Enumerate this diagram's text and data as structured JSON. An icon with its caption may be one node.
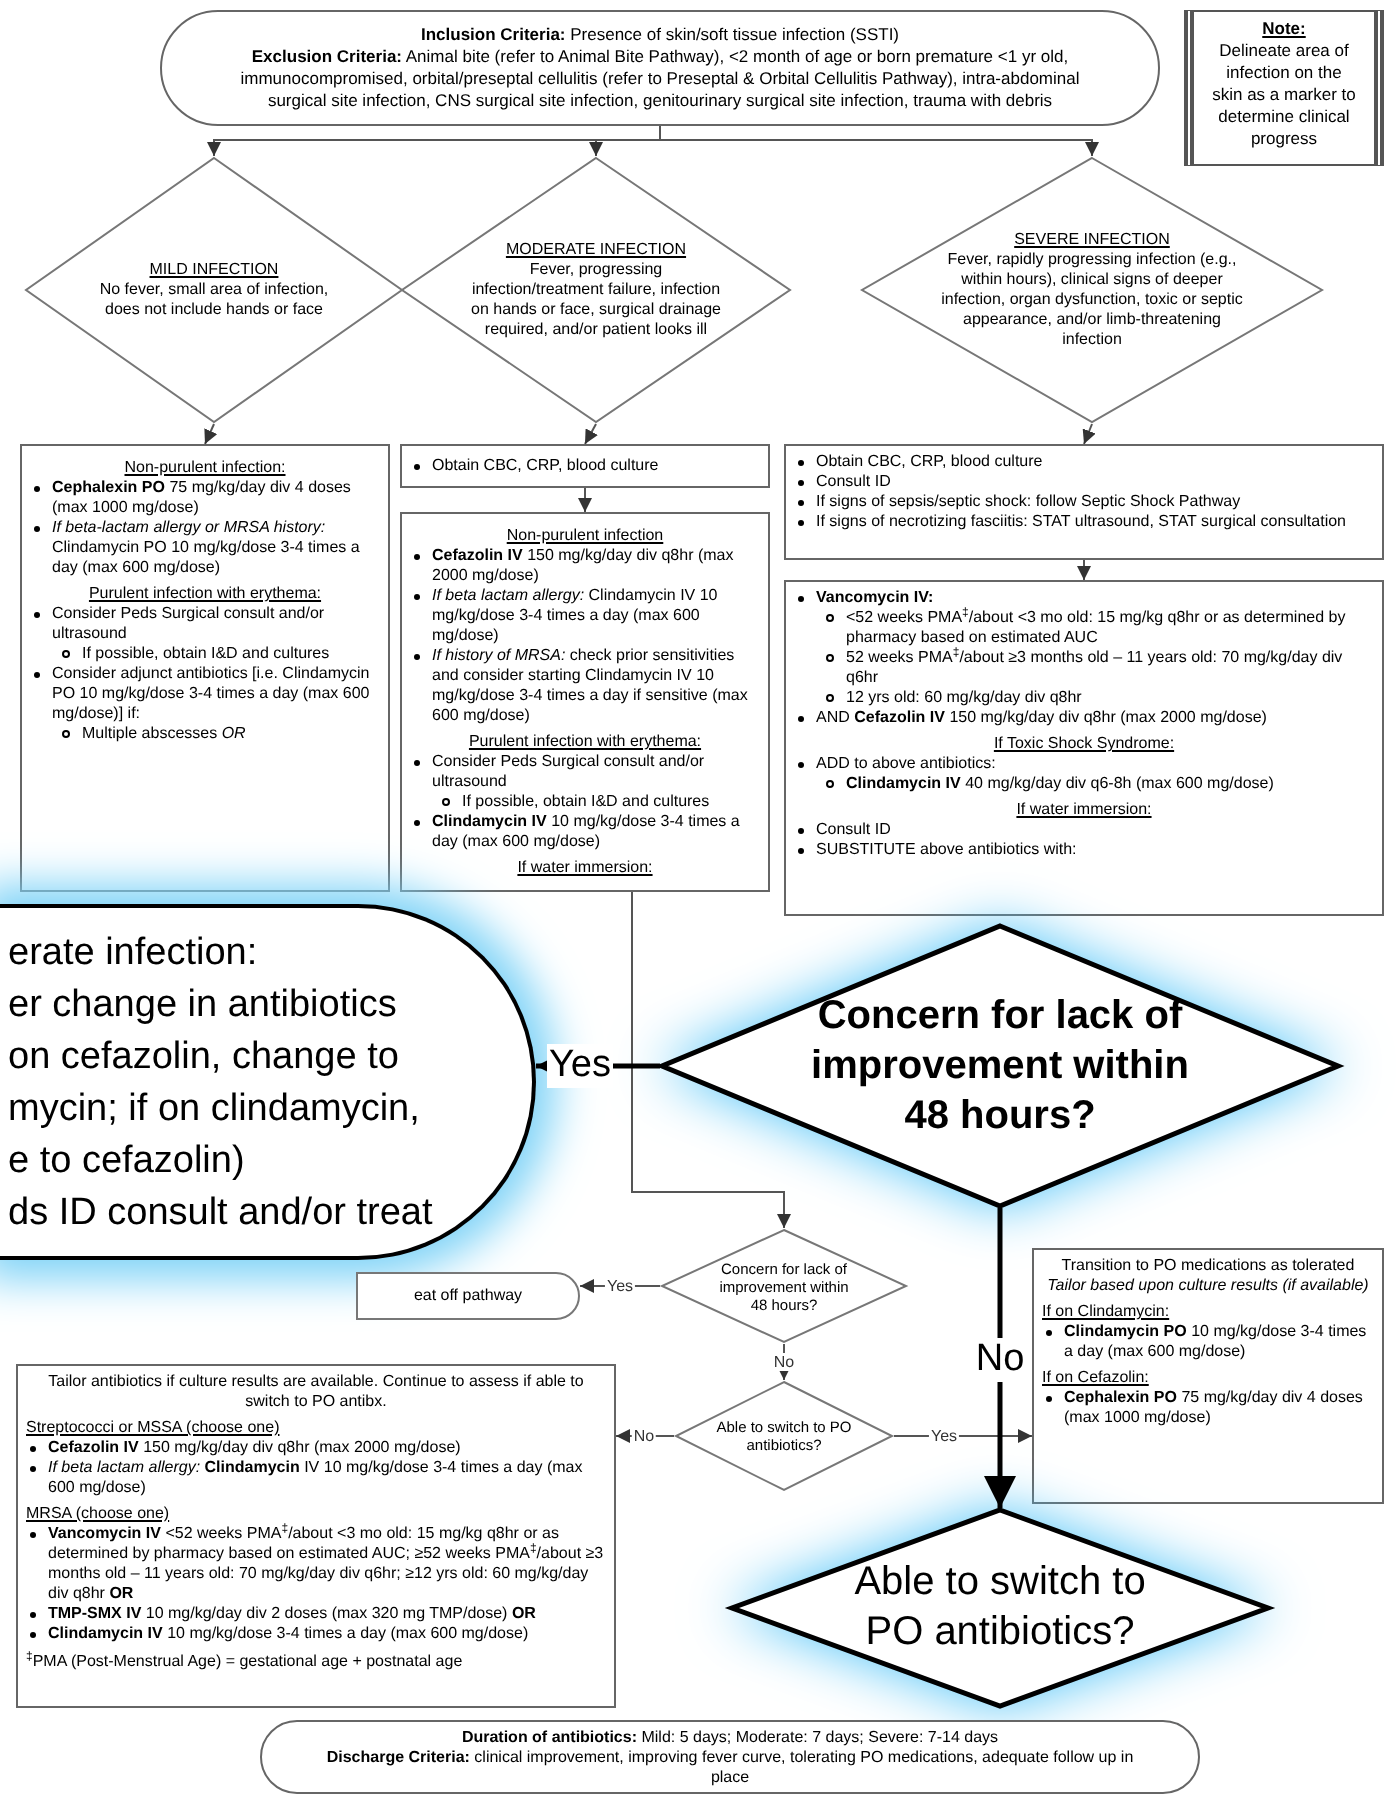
{
  "diagram": {
    "nodes": [
      {
        "text": [
          "**Inclusion Criteria:** Presence of skin/soft tissue infection (SSTI)",
          "**Exclusion Criteria:** Animal bite (refer to Animal Bite Pathway), <2 month of age or born premature <1 yr old, immunocompromised, orbital/preseptal cellulitis (refer to Preseptal & Orbital Cellulitis Pathway), intra-abdominal surgical site infection, CNS surgical site infection, genitourinary surgical site infection, trauma with debris"
        ]
      },
      {
        "text": [
          "Note:",
          "Delineate area of infection on the skin as a marker to determine clinical progress"
        ]
      },
      {
        "text": [
          "MILD INFECTION",
          "No fever, small area of infection, does not include hands or face"
        ]
      },
      {
        "text": [
          "MODERATE INFECTION",
          "Fever, progressing infection/treatment failure, infection on hands or face, surgical drainage required, and/or patient looks ill"
        ]
      },
      {
        "text": [
          "SEVERE INFECTION",
          "Fever, rapidly progressing infection (e.g., within hours), clinical signs of deeper infection, organ dysfunction, toxic or septic appearance, and/or limb-threatening infection"
        ]
      },
      {
        "text": [
          "Non-purulent infection:",
          "**Cephalexin PO** 75 mg/kg/day div 4 doses (max 1000 mg/dose)",
          "*If beta-lactam allergy or MRSA history:* Clindamycin PO 10 mg/kg/dose 3-4 times a day (max 600 mg/dose)",
          "Purulent infection with erythema:",
          "Consider Peds Surgical consult and/or ultrasound",
          "If possible, obtain I&D and cultures",
          "Consider adjunct antibiotics [i.e. Clindamycin PO 10 mg/kg/dose 3-4 times a day (max 600 mg/dose)] if:",
          "Multiple abscesses *OR*"
        ]
      },
      {
        "text": [
          "Obtain CBC, CRP, blood culture"
        ]
      },
      {
        "text": [
          "Non-purulent infection",
          "**Cefazolin IV** 150 mg/kg/day div q8hr (max 2000 mg/dose)",
          "*If beta lactam allergy:* Clindamycin IV 10 mg/kg/dose 3-4 times a day (max 600 mg/dose)",
          "*If history of MRSA:* check prior sensitivities and consider starting Clindamycin IV 10 mg/kg/dose 3-4 times a day if sensitive (max 600 mg/dose)",
          "Purulent infection with erythema:",
          "Consider Peds Surgical consult and/or ultrasound",
          "If possible, obtain I&D and cultures",
          "**Clindamycin IV** 10 mg/kg/dose 3-4 times a day (max 600 mg/dose)",
          "If water immersion:"
        ]
      },
      {
        "text": [
          "Obtain CBC, CRP, blood culture",
          "Consult ID",
          "If signs of sepsis/septic shock: follow Septic Shock Pathway",
          "If signs of necrotizing fasciitis: STAT ultrasound, STAT surgical consultation"
        ]
      },
      {
        "text": [
          "**Vancomycin IV:**",
          "<52 weeks PMA$^{‡}$/about <3 mo old: 15 mg/kg q8hr or as determined by pharmacy based on estimated AUC",
          "52 weeks PMA$^{‡}$/about ≥3 months old – 11 years old: 70 mg/kg/day div q6hr",
          "12 yrs old: 60 mg/kg/day div q8hr",
          "AND **Cefazolin IV** 150 mg/kg/day div q8hr (max 2000 mg/dose)",
          "If Toxic Shock Syndrome:",
          "ADD to above antibiotics:",
          "**Clindamycin IV** 40 mg/kg/day div q6-8h (max 600 mg/dose)",
          "If water immersion:",
          "Consult ID",
          "SUBSTITUTE above antibiotics with:"
        ]
      },
      {
        "text": [
          "erate infection:",
          "er change in antibiotics",
          "on cefazolin, change to",
          "mycin; if on clindamycin,",
          "e to cefazolin)",
          "ds ID consult and/or treat"
        ]
      },
      {
        "text": [
          "Concern for lack of improvement within 48 hours?"
        ]
      },
      {
        "text": [
          "eat off pathway"
        ]
      },
      {
        "text": [
          "Concern for lack of improvement within 48 hours?"
        ]
      },
      {
        "text": [
          "Tailor antibiotics if culture results are available. Continue to assess if able to switch to PO antibx.",
          "Streptococci or MSSA (choose one)",
          "**Cefazolin IV** 150 mg/kg/day div q8hr (max 2000 mg/dose)",
          "*If beta lactam allergy:* **Clindamycin** IV 10 mg/kg/dose 3-4 times a day (max 600 mg/dose)",
          "MRSA (choose one)",
          "**Vancomycin IV** <52 weeks PMA$^{‡}$/about <3 mo old: 15 mg/kg q8hr or as determined by pharmacy based on estimated AUC; ≥52 weeks PMA$^{‡}$/about ≥3 months old – 11 years old: 70 mg/kg/day div q6hr; ≥12 yrs old: 60 mg/kg/day div q8hr **OR**",
          "**TMP-SMX IV** 10 mg/kg/day div 2 doses (max 320 mg TMP/dose) **OR**",
          "**Clindamycin IV** 10 mg/kg/dose 3-4 times a day (max 600 mg/dose)",
          "$^{‡}$PMA (Post-Menstrual Age) = gestational age + postnatal age"
        ]
      },
      {
        "text": [
          "Able to switch to PO antibiotics?"
        ]
      },
      {
        "text": [
          "Transition to PO medications as tolerated",
          "Tailor based upon culture results (if available)",
          "If on Clindamycin:",
          "**Clindamycin PO** 10 mg/kg/dose 3-4 times a day (max 600 mg/dose)",
          "If on Cefazolin:",
          "**Cephalexin PO** 75 mg/kg/day div 4 doses (max 1000 mg/dose)"
        ]
      },
      {
        "text": [
          "Able to switch to PO antibiotics?"
        ]
      },
      {
        "text": [
          "**Duration of antibiotics:** Mild: 5 days; Moderate: 7 days; Severe: 7-14 days",
          "**Discharge Criteria:** clinical improvement, improving fever curve, tolerating PO medications, adequate follow up in place"
        ]
      }
    ],
    "edges": [
      {
        "from": 0,
        "to": 2,
        "arrow": "to"
      },
      {
        "from": 0,
        "to": 3,
        "arrow": "to"
      },
      {
        "from": 0,
        "to": 4,
        "arrow": "to"
      },
      {
        "from": 2,
        "to": 5,
        "arrow": "to"
      },
      {
        "from": 3,
        "to": 6,
        "arrow": "to"
      },
      {
        "from": 6,
        "to": 7,
        "arrow": "to"
      },
      {
        "from": 4,
        "to": 8,
        "arrow": "to"
      },
      {
        "from": 8,
        "to": 9,
        "arrow": "to"
      },
      {
        "from": 7,
        "to": 13,
        "arrow": "to"
      },
      {
        "from": 11,
        "to": 10,
        "arrow": "to",
        "label": "Yes",
        "style": "thick"
      },
      {
        "from": 13,
        "to": 12,
        "arrow": "to",
        "label": "Yes"
      },
      {
        "from": 13,
        "to": 15,
        "arrow": "to",
        "label": "No"
      },
      {
        "from": 15,
        "to": 14,
        "arrow": "to",
        "label": "No"
      },
      {
        "from": 15,
        "to": 16,
        "arrow": "to",
        "label": "Yes"
      },
      {
        "from": 11,
        "to": 17,
        "arrow": "to",
        "label": "No",
        "style": "thick"
      }
    ]
  }
}
